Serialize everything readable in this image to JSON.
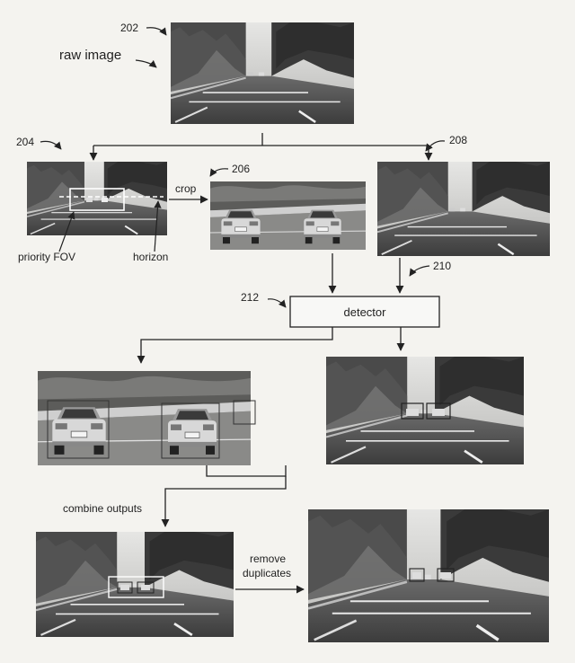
{
  "labels": {
    "ref_202": "202",
    "raw_image": "raw image",
    "ref_204": "204",
    "ref_206": "206",
    "crop": "crop",
    "ref_208": "208",
    "priority_fov": "priority FOV",
    "horizon": "horizon",
    "ref_210": "210",
    "ref_212": "212",
    "detector": "detector",
    "combine_outputs": "combine outputs",
    "remove": "remove",
    "duplicates": "duplicates"
  }
}
